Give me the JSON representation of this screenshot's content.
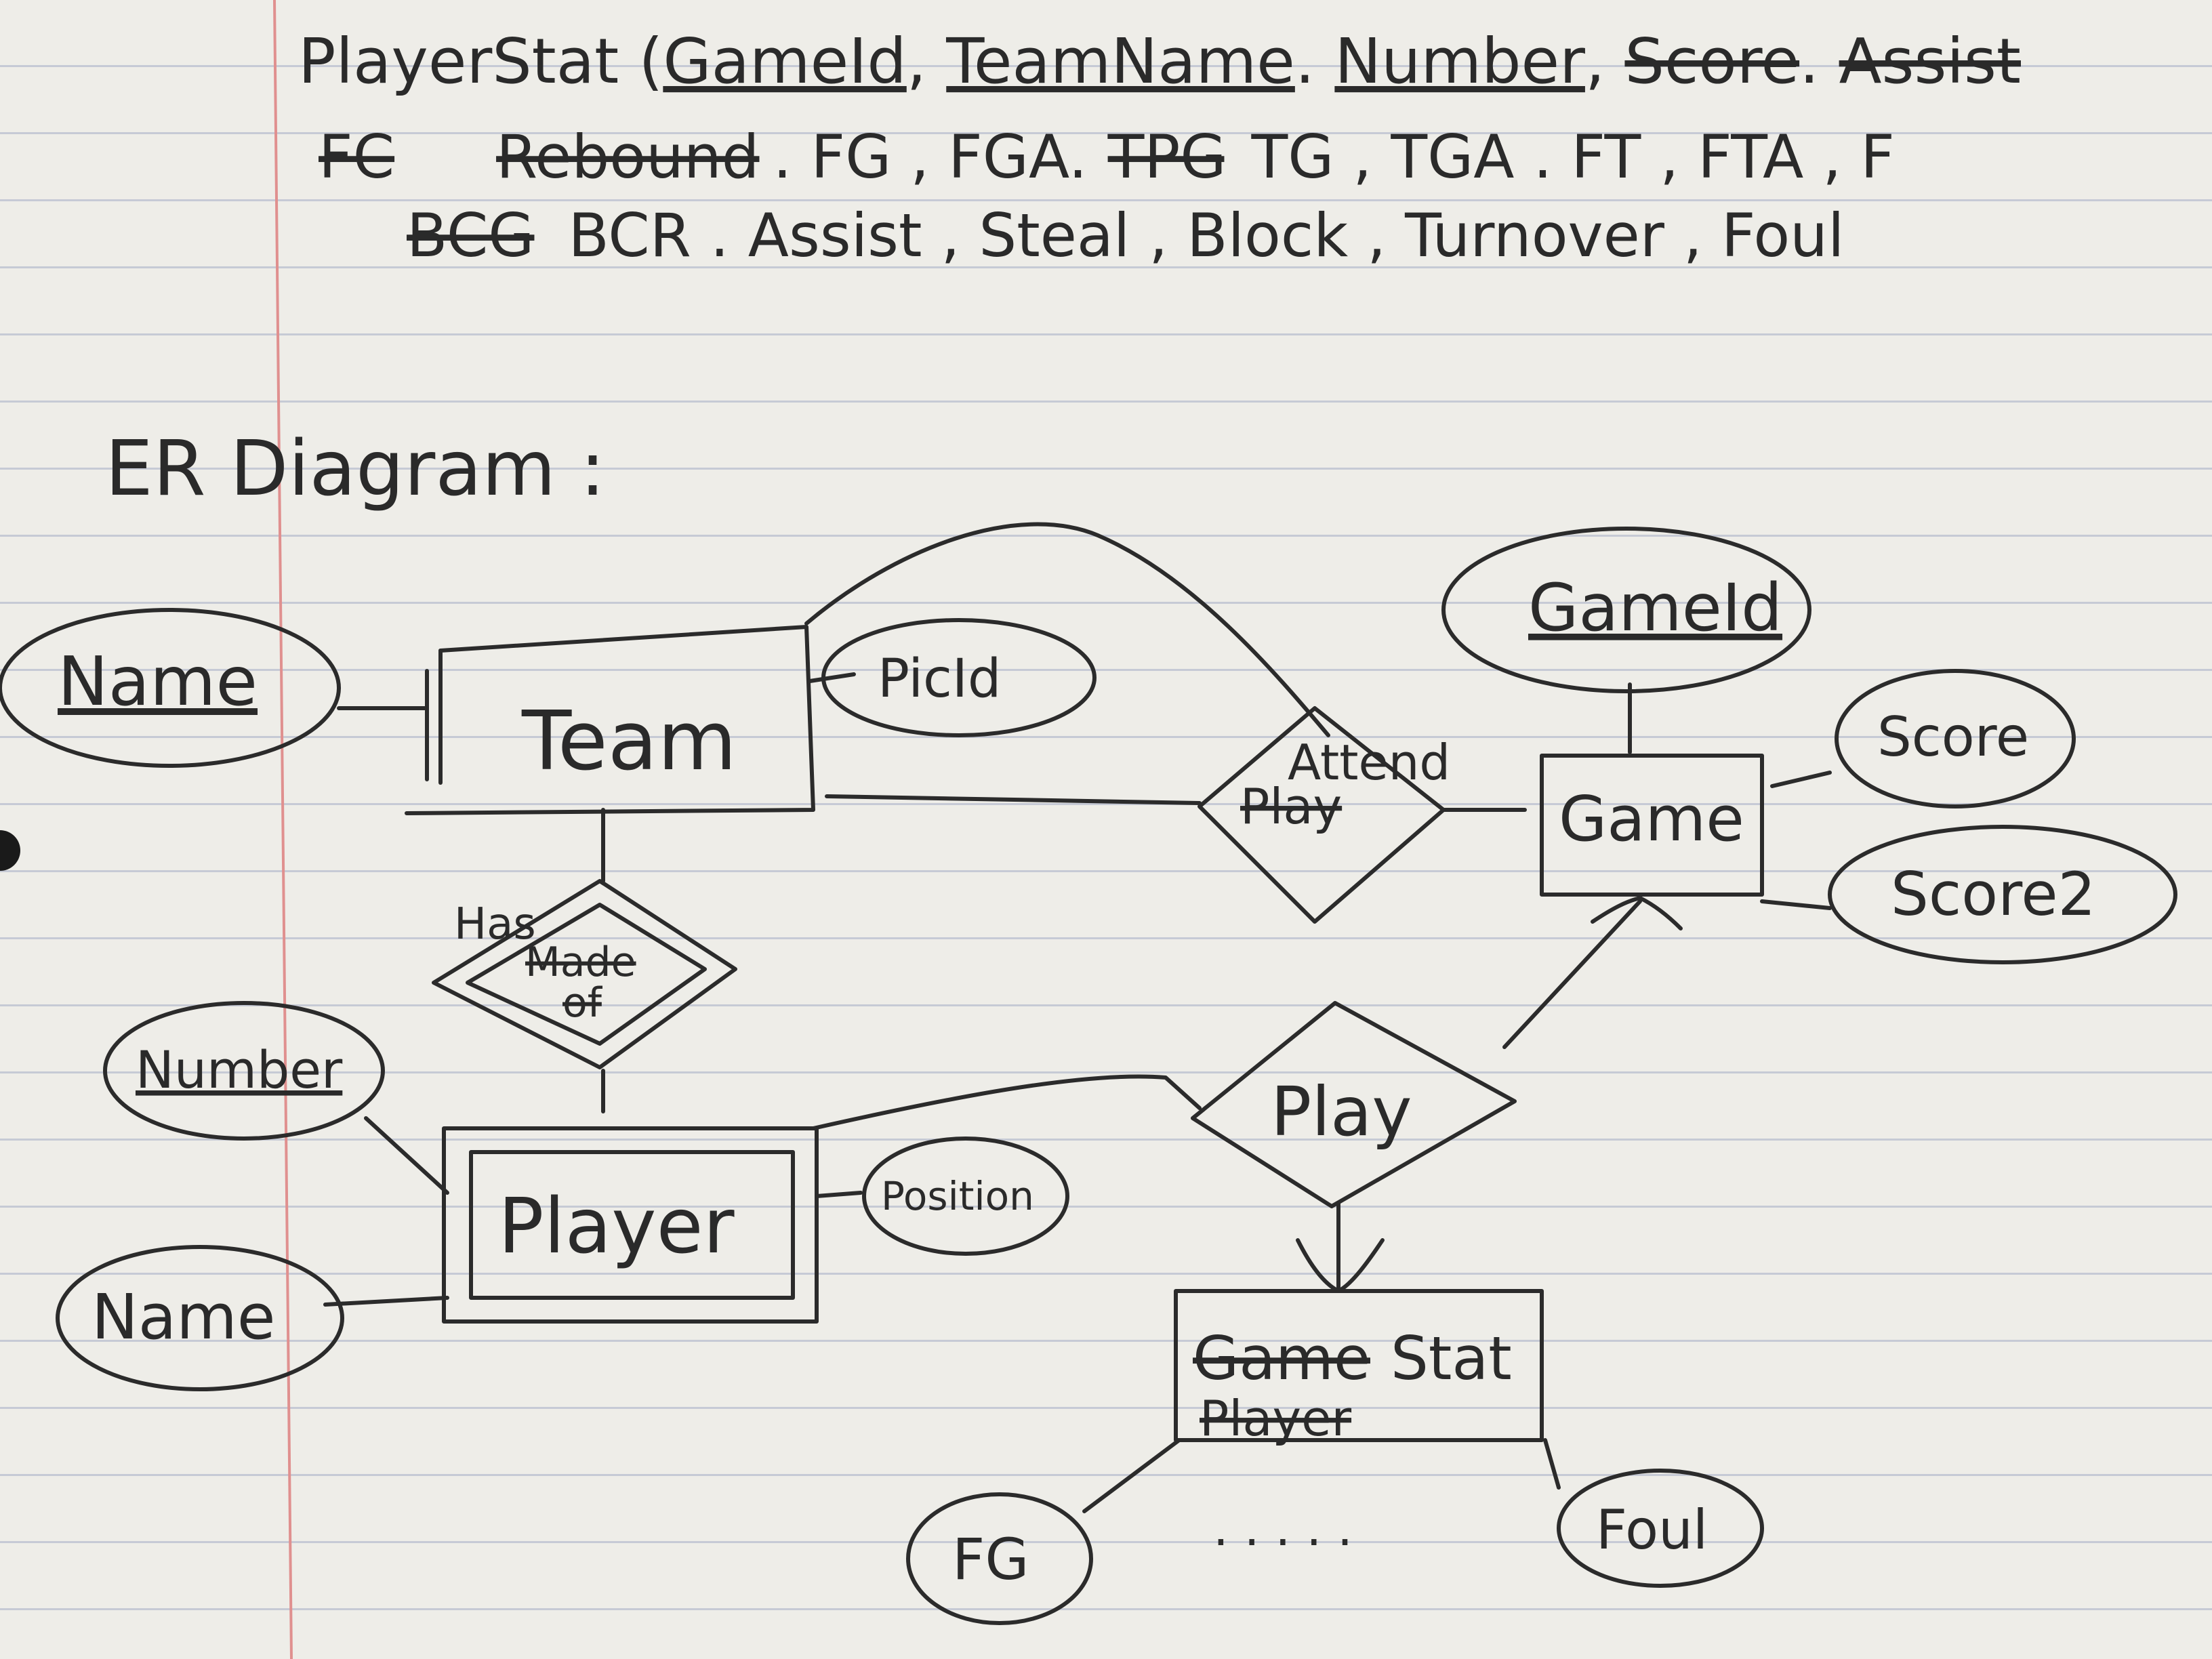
{
  "heading": {
    "line1": {
      "prefix": "PlayerStat (",
      "key1": "GameId",
      "sep1": ", ",
      "key2": "TeamName",
      "sep2": ". ",
      "key3": "Number",
      "sep3": ", ",
      "struck1": "Score",
      "sep4": ". ",
      "struck2": "Assist"
    },
    "line2": {
      "struck1": "FC",
      "struck2": "Rebound",
      "text1": ". FG , FGA.",
      "struck3": "TPG",
      "text2": "TG , TGA . FT , FTA , F"
    },
    "line3": {
      "struck1": "BCG",
      "text1": "BCR . Assist , Steal , Block , Turnover , Foul"
    }
  },
  "section_title": "ER Diagram :",
  "entities": {
    "team": "Team",
    "game": "Game",
    "player": "Player",
    "stat_top_struck": "Game",
    "stat_top": "Stat",
    "stat_bottom_struck": "Player"
  },
  "relationships": {
    "attend_struck": "Play",
    "attend": "Attend",
    "has_label": "Has",
    "has_struck1": "Made",
    "has_struck2": "of",
    "play": "Play"
  },
  "attributes": {
    "team_name": "Name",
    "pic_id": "PicId",
    "game_id": "GameId",
    "score": "Score",
    "score2": "Score2",
    "number": "Number",
    "player_name": "Name",
    "position": "Position",
    "fg": "FG",
    "ellipsis": ". . . . .",
    "foul": "Foul"
  },
  "colors": {
    "ink": "#2b2b2b",
    "paper": "#eeede8",
    "margin_line": "#e0908f",
    "rule_line": "#9aa3be"
  }
}
